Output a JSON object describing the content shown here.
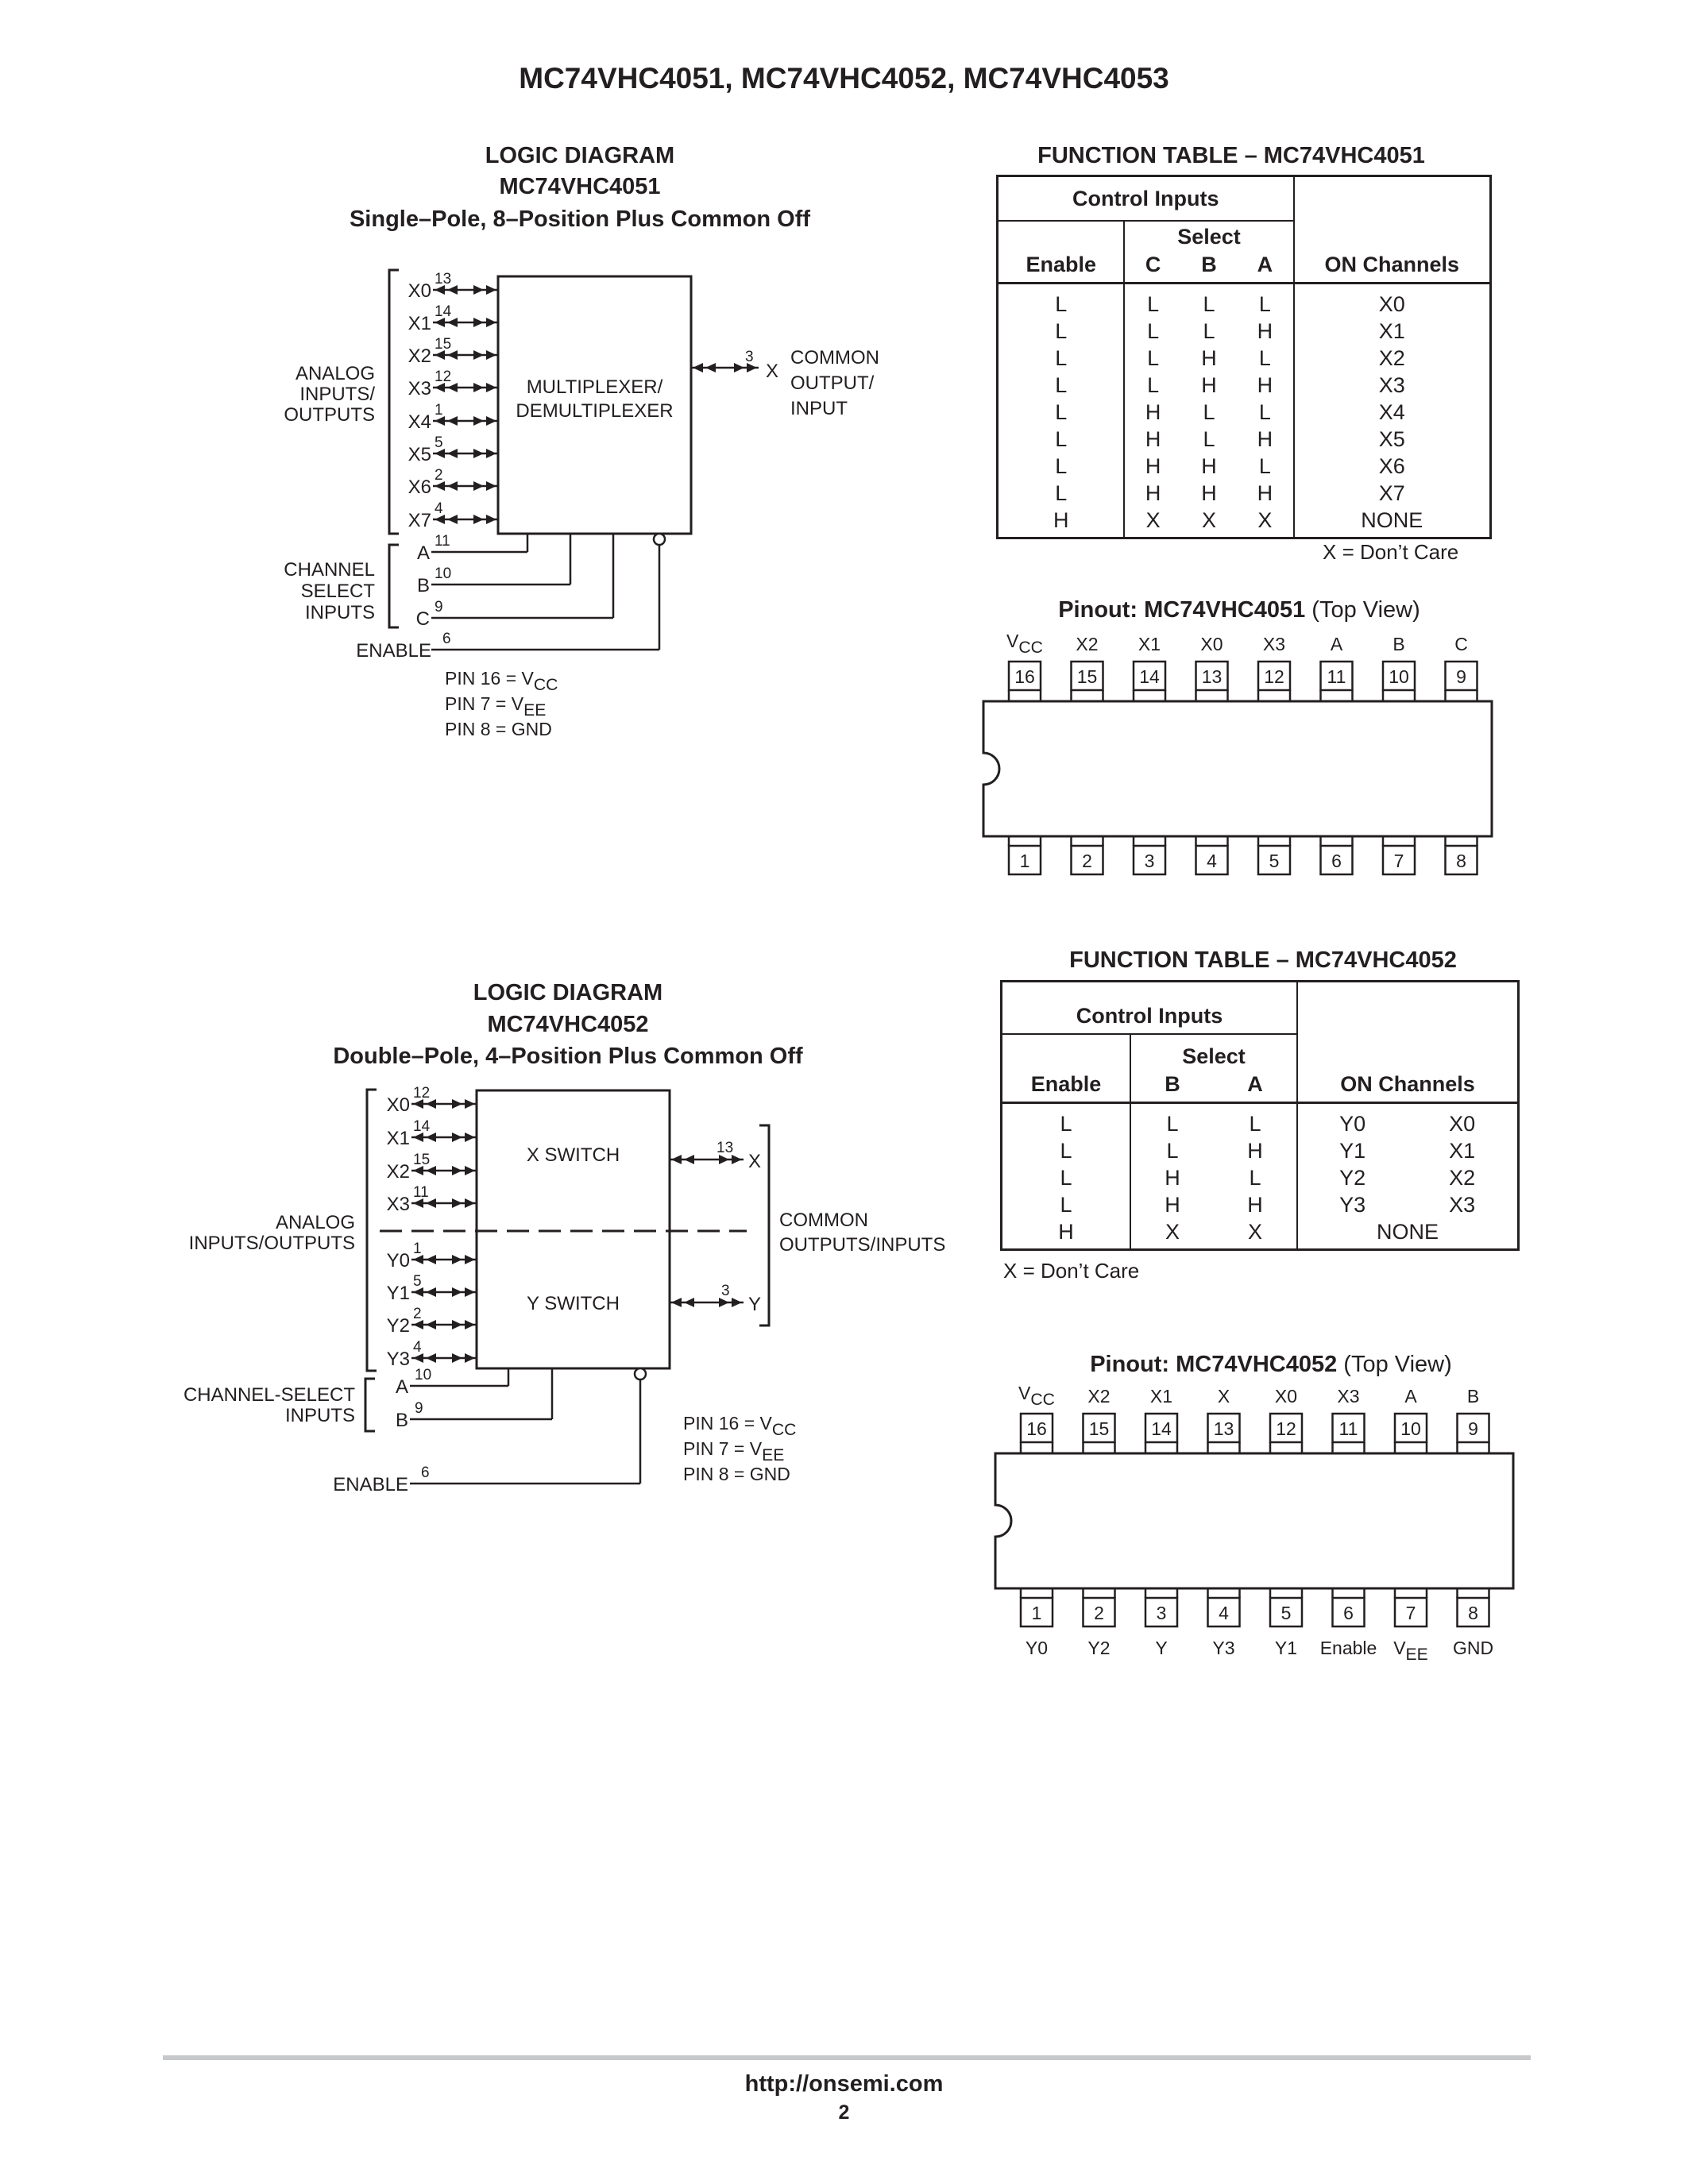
{
  "header": {
    "title": "MC74VHC4051, MC74VHC4052, MC74VHC4053"
  },
  "logic4051": {
    "title": "LOGIC DIAGRAM",
    "part": "MC74VHC4051",
    "subtitle": "Single–Pole, 8–Position Plus Common Off",
    "block_line1": "MULTIPLEXER/",
    "block_line2": "DEMULTIPLEXER",
    "group_analog": [
      "ANALOG",
      "INPUTS/",
      "OUTPUTS"
    ],
    "group_select": [
      "CHANNEL",
      "SELECT",
      "INPUTS"
    ],
    "enable_label": "ENABLE",
    "inputs": [
      {
        "name": "X0",
        "pin": "13"
      },
      {
        "name": "X1",
        "pin": "14"
      },
      {
        "name": "X2",
        "pin": "15"
      },
      {
        "name": "X3",
        "pin": "12"
      },
      {
        "name": "X4",
        "pin": "1"
      },
      {
        "name": "X5",
        "pin": "5"
      },
      {
        "name": "X6",
        "pin": "2"
      },
      {
        "name": "X7",
        "pin": "4"
      }
    ],
    "selects": [
      {
        "name": "A",
        "pin": "11"
      },
      {
        "name": "B",
        "pin": "10"
      },
      {
        "name": "C",
        "pin": "9"
      }
    ],
    "enable_pin": "6",
    "output": {
      "name": "X",
      "pin": "3",
      "label": [
        "COMMON",
        "OUTPUT/",
        "INPUT"
      ]
    },
    "pin_notes": [
      {
        "pre": "PIN 16 = V",
        "sub": "CC"
      },
      {
        "pre": "PIN 7 = V",
        "sub": "EE"
      },
      {
        "pre": "PIN 8 = GND",
        "sub": ""
      }
    ]
  },
  "table4051": {
    "title": "FUNCTION TABLE – MC74VHC4051",
    "control_inputs": "Control Inputs",
    "select": "Select",
    "col_enable": "Enable",
    "col_c": "C",
    "col_b": "B",
    "col_a": "A",
    "col_on": "ON Channels",
    "rows": [
      [
        "L",
        "L",
        "L",
        "L",
        "X0"
      ],
      [
        "L",
        "L",
        "L",
        "H",
        "X1"
      ],
      [
        "L",
        "L",
        "H",
        "L",
        "X2"
      ],
      [
        "L",
        "L",
        "H",
        "H",
        "X3"
      ],
      [
        "L",
        "H",
        "L",
        "L",
        "X4"
      ],
      [
        "L",
        "H",
        "L",
        "H",
        "X5"
      ],
      [
        "L",
        "H",
        "H",
        "L",
        "X6"
      ],
      [
        "L",
        "H",
        "H",
        "H",
        "X7"
      ],
      [
        "H",
        "X",
        "X",
        "X",
        "NONE"
      ]
    ],
    "note": "X = Don’t Care"
  },
  "pinout4051": {
    "title_bold": "Pinout: MC74VHC4051",
    "title_rest": " (Top View)",
    "top_labels": [
      "V",
      "X2",
      "X1",
      "X0",
      "X3",
      "A",
      "B",
      "C"
    ],
    "top_first_sub": "CC",
    "top_pins": [
      "16",
      "15",
      "14",
      "13",
      "12",
      "11",
      "10",
      "9"
    ],
    "bottom_pins": [
      "1",
      "2",
      "3",
      "4",
      "5",
      "6",
      "7",
      "8"
    ]
  },
  "logic4052": {
    "title": "LOGIC DIAGRAM",
    "part": "MC74VHC4052",
    "subtitle": "Double–Pole, 4–Position Plus Common Off",
    "x_switch": "X SWITCH",
    "y_switch": "Y SWITCH",
    "group_analog": [
      "ANALOG",
      "INPUTS/OUTPUTS"
    ],
    "group_select": [
      "CHANNEL-SELECT",
      "INPUTS"
    ],
    "enable_label": "ENABLE",
    "x_inputs": [
      {
        "name": "X0",
        "pin": "12"
      },
      {
        "name": "X1",
        "pin": "14"
      },
      {
        "name": "X2",
        "pin": "15"
      },
      {
        "name": "X3",
        "pin": "11"
      }
    ],
    "y_inputs": [
      {
        "name": "Y0",
        "pin": "1"
      },
      {
        "name": "Y1",
        "pin": "5"
      },
      {
        "name": "Y2",
        "pin": "2"
      },
      {
        "name": "Y3",
        "pin": "4"
      }
    ],
    "selects": [
      {
        "name": "A",
        "pin": "10"
      },
      {
        "name": "B",
        "pin": "9"
      }
    ],
    "enable_pin": "6",
    "out_x": {
      "name": "X",
      "pin": "13"
    },
    "out_y": {
      "name": "Y",
      "pin": "3"
    },
    "common_label": [
      "COMMON",
      "OUTPUTS/INPUTS"
    ],
    "pin_notes": [
      {
        "pre": "PIN 16 = V",
        "sub": "CC"
      },
      {
        "pre": "PIN 7 = V",
        "sub": "EE"
      },
      {
        "pre": "PIN 8 = GND",
        "sub": ""
      }
    ]
  },
  "table4052": {
    "title": "FUNCTION TABLE – MC74VHC4052",
    "control_inputs": "Control Inputs",
    "select": "Select",
    "col_enable": "Enable",
    "col_b": "B",
    "col_a": "A",
    "col_on": "ON Channels",
    "rows": [
      [
        "L",
        "L",
        "L",
        "Y0",
        "X0"
      ],
      [
        "L",
        "L",
        "H",
        "Y1",
        "X1"
      ],
      [
        "L",
        "H",
        "L",
        "Y2",
        "X2"
      ],
      [
        "L",
        "H",
        "H",
        "Y3",
        "X3"
      ],
      [
        "H",
        "X",
        "X",
        "NONE",
        ""
      ]
    ],
    "note": "X = Don’t Care"
  },
  "pinout4052": {
    "title_bold": "Pinout: MC74VHC4052",
    "title_rest": " (Top View)",
    "top_labels": [
      "V",
      "X2",
      "X1",
      "X",
      "X0",
      "X3",
      "A",
      "B"
    ],
    "top_first_sub": "CC",
    "top_pins": [
      "16",
      "15",
      "14",
      "13",
      "12",
      "11",
      "10",
      "9"
    ],
    "bottom_pins": [
      "1",
      "2",
      "3",
      "4",
      "5",
      "6",
      "7",
      "8"
    ],
    "bottom_labels": [
      "Y0",
      "Y2",
      "Y",
      "Y3",
      "Y1",
      "Enable",
      "V",
      "GND"
    ],
    "bottom_sub_index": 6,
    "bottom_sub": "EE"
  },
  "footer": {
    "url": "http://onsemi.com",
    "page": "2"
  }
}
